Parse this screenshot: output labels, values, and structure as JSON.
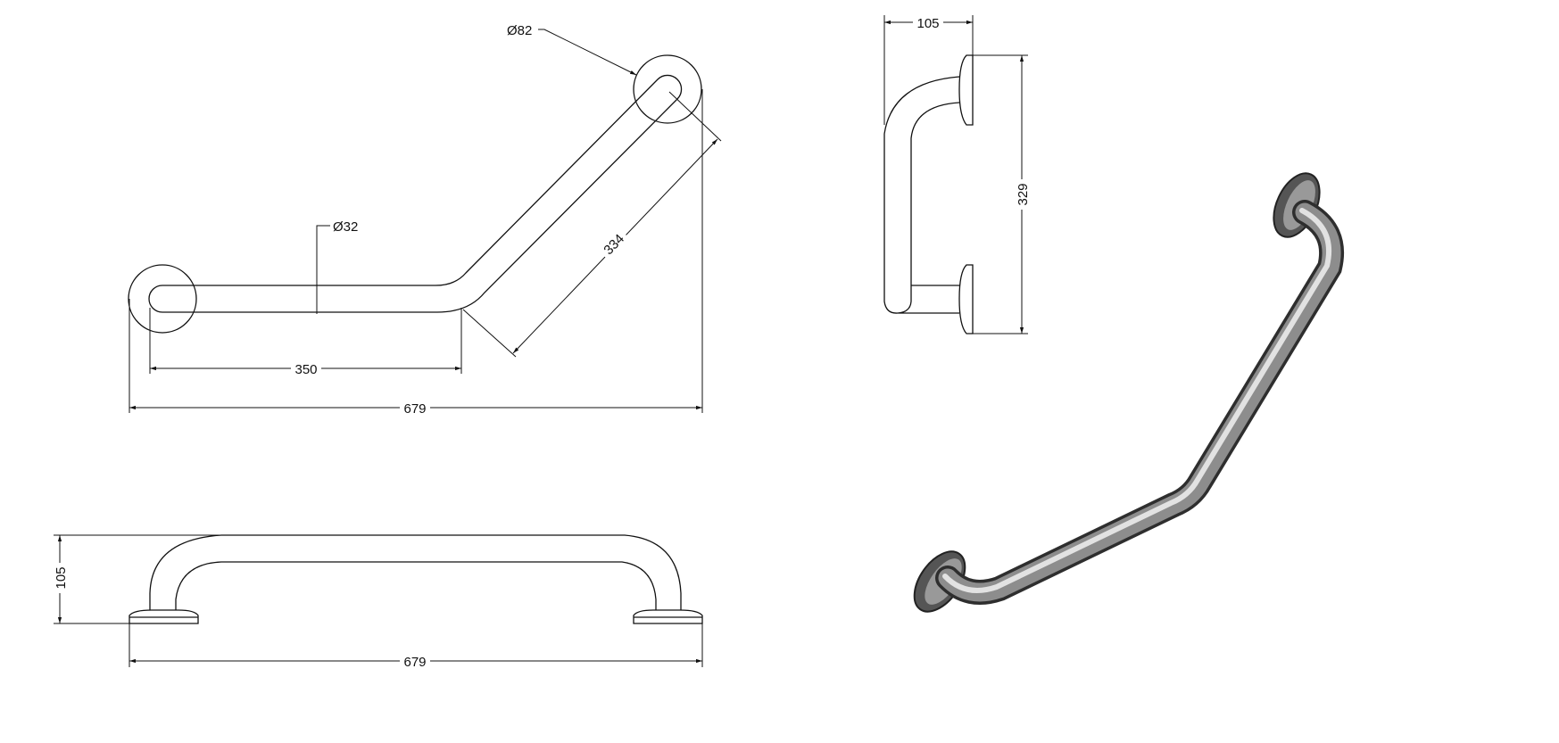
{
  "top_view": {
    "rosette_diameter": "Ø82",
    "tube_diameter": "Ø32",
    "horizontal_length": "350",
    "angled_length": "334",
    "overall_width": "679"
  },
  "side_view": {
    "projection": "105",
    "height": "329"
  },
  "front_view": {
    "projection": "105",
    "overall_width": "679"
  },
  "render": {
    "metal_dark": "#2e2e2e",
    "metal_mid": "#8d8d8d",
    "metal_light": "#e2e2e2"
  }
}
